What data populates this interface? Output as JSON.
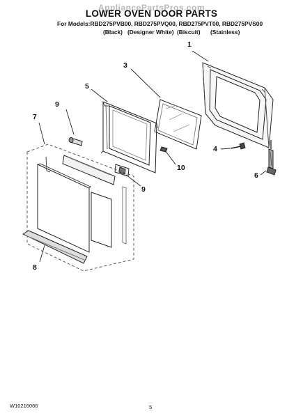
{
  "header": {
    "watermark": "AppliancePartsPros.com",
    "title": "LOWER OVEN DOOR PARTS",
    "models_line": "For Models:RBD275PVB00, RBD275PVQ00, RBD275PVT00, RBD275PVS00",
    "variants": [
      "(Black)",
      "(Designer White)",
      "(Biscuit)",
      "(Stainless)"
    ]
  },
  "callouts": [
    "1",
    "3",
    "5",
    "9",
    "7",
    "4",
    "10",
    "6",
    "9",
    "8"
  ],
  "footer": {
    "part_number": "W10216066",
    "page_number": "5"
  }
}
